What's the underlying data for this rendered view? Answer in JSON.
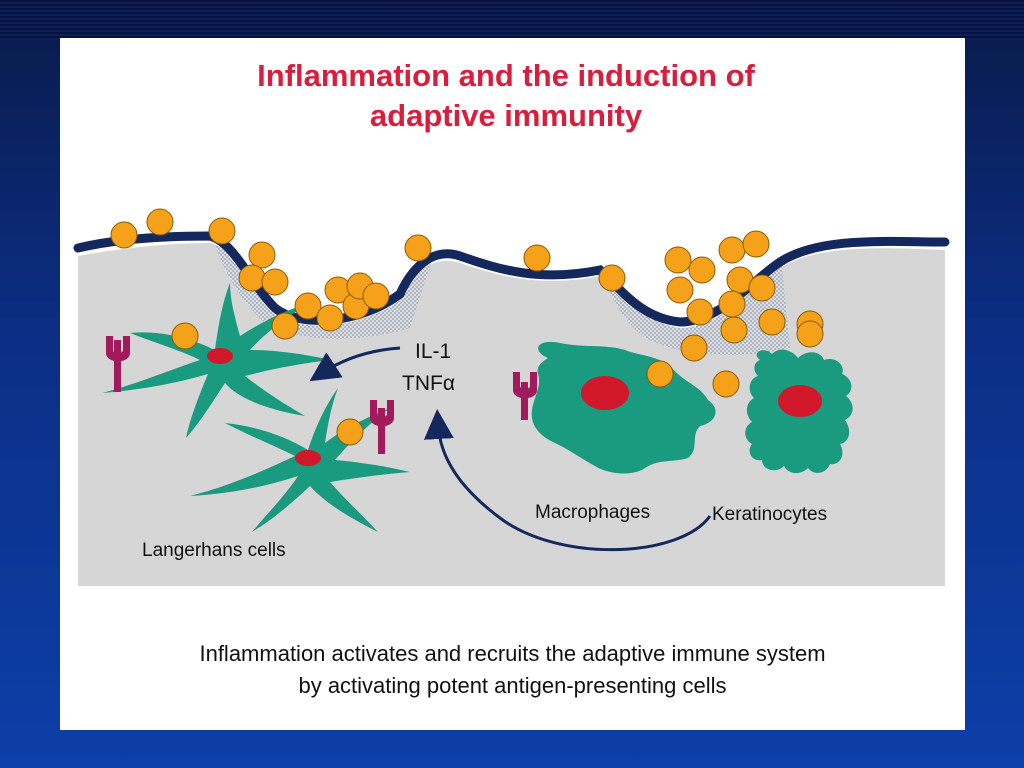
{
  "slide": {
    "title_line1": "Inflammation and the induction of",
    "title_line2": "adaptive immunity",
    "caption_line1": "Inflammation activates and recruits the adaptive immune system",
    "caption_line2": "by activating potent antigen-presenting cells"
  },
  "diagram": {
    "label_il1": "IL-1",
    "label_tnf": "TNFα",
    "label_macrophages": "Macrophages",
    "label_keratinocytes": "Keratinocytes",
    "label_langerhans": "Langerhans cells"
  },
  "colors": {
    "background_blue": "#0b2f86",
    "title_red": "#d81e3c",
    "tissue_gray": "#d6d6d6",
    "surface_navy": "#14285e",
    "cell_teal": "#1a9a7e",
    "nucleus_red": "#d0182a",
    "particle_orange": "#f5a21a",
    "receptor_magenta": "#a01a5c"
  }
}
